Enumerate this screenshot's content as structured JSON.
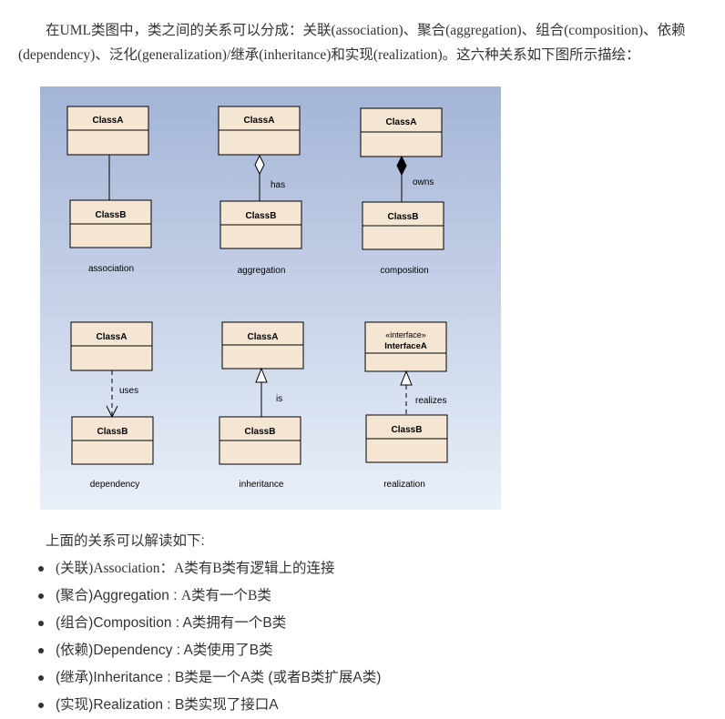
{
  "intro": "在UML类图中，类之间的关系可以分成：关联(association)、聚合(aggregation)、组合(composition)、依赖(dependency)、泛化(generalization)/继承(inheritance)和实现(realization)。这六种关系如下图所示描绘：",
  "diagram": {
    "colors": {
      "bg_top": "#a3b4d6",
      "bg_bottom": "#eaf0fa",
      "box_fill": "#f5e6d3",
      "stroke": "#000000"
    },
    "panels": [
      {
        "id": "association",
        "class_a": "ClassA",
        "class_b": "ClassB",
        "label": "",
        "caption": "association"
      },
      {
        "id": "aggregation",
        "class_a": "ClassA",
        "class_b": "ClassB",
        "label": "has",
        "caption": "aggregation"
      },
      {
        "id": "composition",
        "class_a": "ClassA",
        "class_b": "ClassB",
        "label": "owns",
        "caption": "composition"
      },
      {
        "id": "dependency",
        "class_a": "ClassA",
        "class_b": "ClassB",
        "label": "uses",
        "caption": "dependency"
      },
      {
        "id": "inheritance",
        "class_a": "ClassA",
        "class_b": "ClassB",
        "label": "is",
        "caption": "inheritance"
      },
      {
        "id": "realization",
        "stereotype": "«interface»",
        "class_a": "InterfaceA",
        "class_b": "ClassB",
        "label": "realizes",
        "caption": "realization"
      }
    ]
  },
  "summary_heading": "上面的关系可以解读如下:",
  "relations": [
    {
      "prefix": "(关联)Association：",
      "desc": "A类有B类有逻辑上的连接"
    },
    {
      "prefix": "(聚合)Aggregation : ",
      "desc": "A类有一个B类"
    },
    {
      "prefix": "(组合)Composition : ",
      "desc": "A类拥有一个B类"
    },
    {
      "prefix": "(依赖)Dependency : ",
      "desc": "A类使用了B类"
    },
    {
      "prefix": "(继承)Inheritance : ",
      "desc": "B类是一个A类 (或者B类扩展A类)"
    },
    {
      "prefix": "(实现)Realization : ",
      "desc": "B类实现了接口A"
    }
  ]
}
